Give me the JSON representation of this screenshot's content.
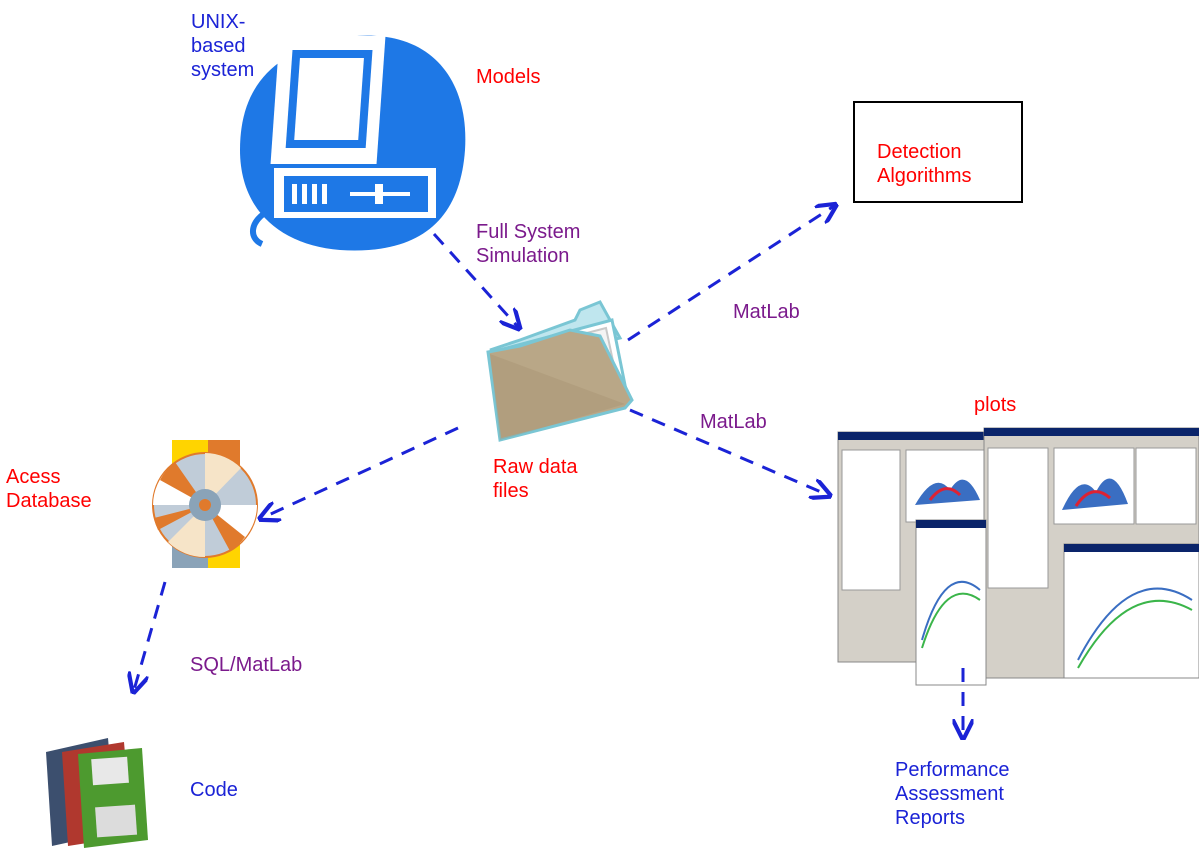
{
  "labels": {
    "unix_system": "UNIX-\nbased\nsystem",
    "models": "Models",
    "full_system_simulation": "Full System\nSimulation",
    "detection_algorithms": "Detection\nAlgorithms",
    "matlab_top": "MatLab",
    "matlab_mid": "MatLab",
    "plots": "plots",
    "raw_data_files": "Raw data\nfiles",
    "access_database": "Acess\nDatabase",
    "sql_matlab": "SQL/MatLab",
    "code": "Code",
    "performance_reports": "Performance\nAssessment\nReports"
  },
  "icons": {
    "computer": "computer-icon",
    "folder": "folder-icon",
    "database": "disc-database-icon",
    "code": "floppy-disks-icon",
    "plots": "matlab-screenshots-icon"
  },
  "colors": {
    "arrow": "#1b23d6",
    "computer": "#1e78e6",
    "red_text": "#ff0000",
    "purple_text": "#7b1a8c"
  }
}
